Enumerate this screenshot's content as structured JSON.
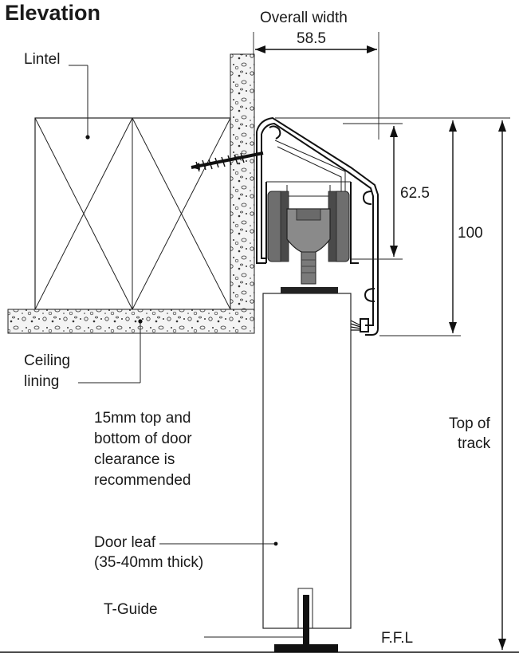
{
  "title": "Elevation",
  "labels": {
    "overall_width": "Overall width",
    "overall_width_value": "58.5",
    "lintel": "Lintel",
    "ceiling_lining_1": "Ceiling",
    "ceiling_lining_2": "lining",
    "dim_62_5": "62.5",
    "dim_100": "100",
    "top_of_track_1": "Top of",
    "top_of_track_2": "track",
    "clearance_1": "15mm top and",
    "clearance_2": "bottom of door",
    "clearance_3": "clearance is",
    "clearance_4": "recommended",
    "door_leaf_1": "Door leaf",
    "door_leaf_2": "(35-40mm thick)",
    "t_guide": "T-Guide",
    "ffl": "F.F.L"
  },
  "colors": {
    "line": "#111111",
    "roller_grey": "#7a7a7a",
    "roller_dark": "#4a4a4a",
    "concrete_fill": "#f2f2f2"
  }
}
